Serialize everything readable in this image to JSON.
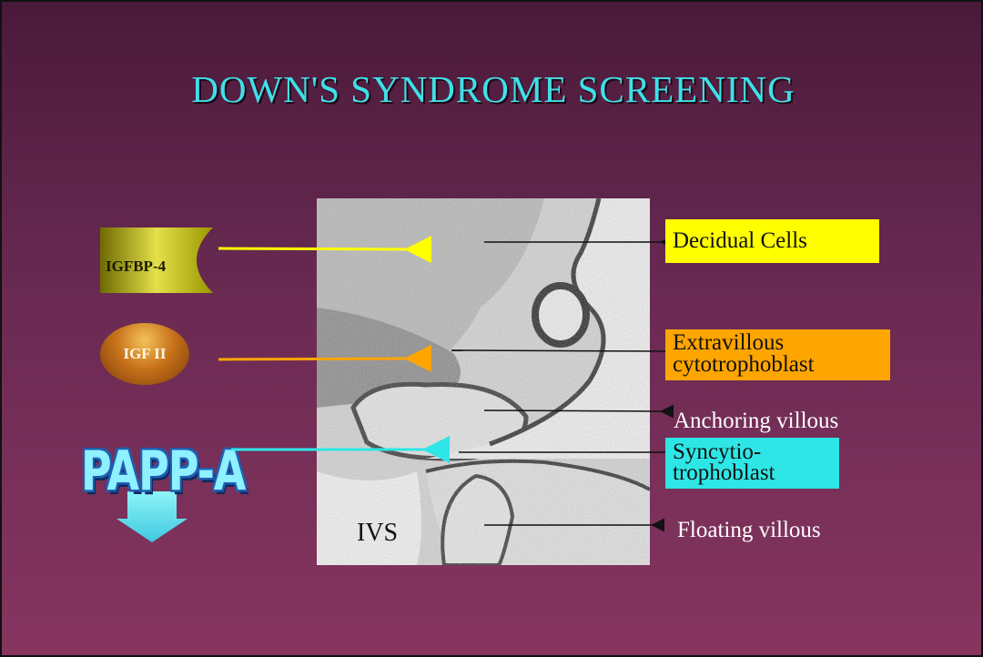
{
  "slide": {
    "title": "DOWN'S SYNDROME SCREENING"
  },
  "image": {
    "overlay_label": "IVS"
  },
  "left_molecules": {
    "igfbp4": "IGFBP-4",
    "igf2": "IGF II",
    "pappa": "PAPP-A"
  },
  "right_labels": {
    "decidual": "Decidual Cells",
    "extravillous_line1": "Extravillous",
    "extravillous_line2": "cytotrophoblast",
    "anchoring": "Anchoring villous",
    "syncytio_line1": "Syncytio-",
    "syncytio_line2": "trophoblast",
    "floating": "Floating villous"
  },
  "colors": {
    "title": "#3fe0e8",
    "yellow": "#ffff00",
    "orange": "#ffa500",
    "cyan": "#2ee6e6",
    "igfbp_gold": "#b8b000",
    "pappa_arrow": "#5ce6f0"
  }
}
